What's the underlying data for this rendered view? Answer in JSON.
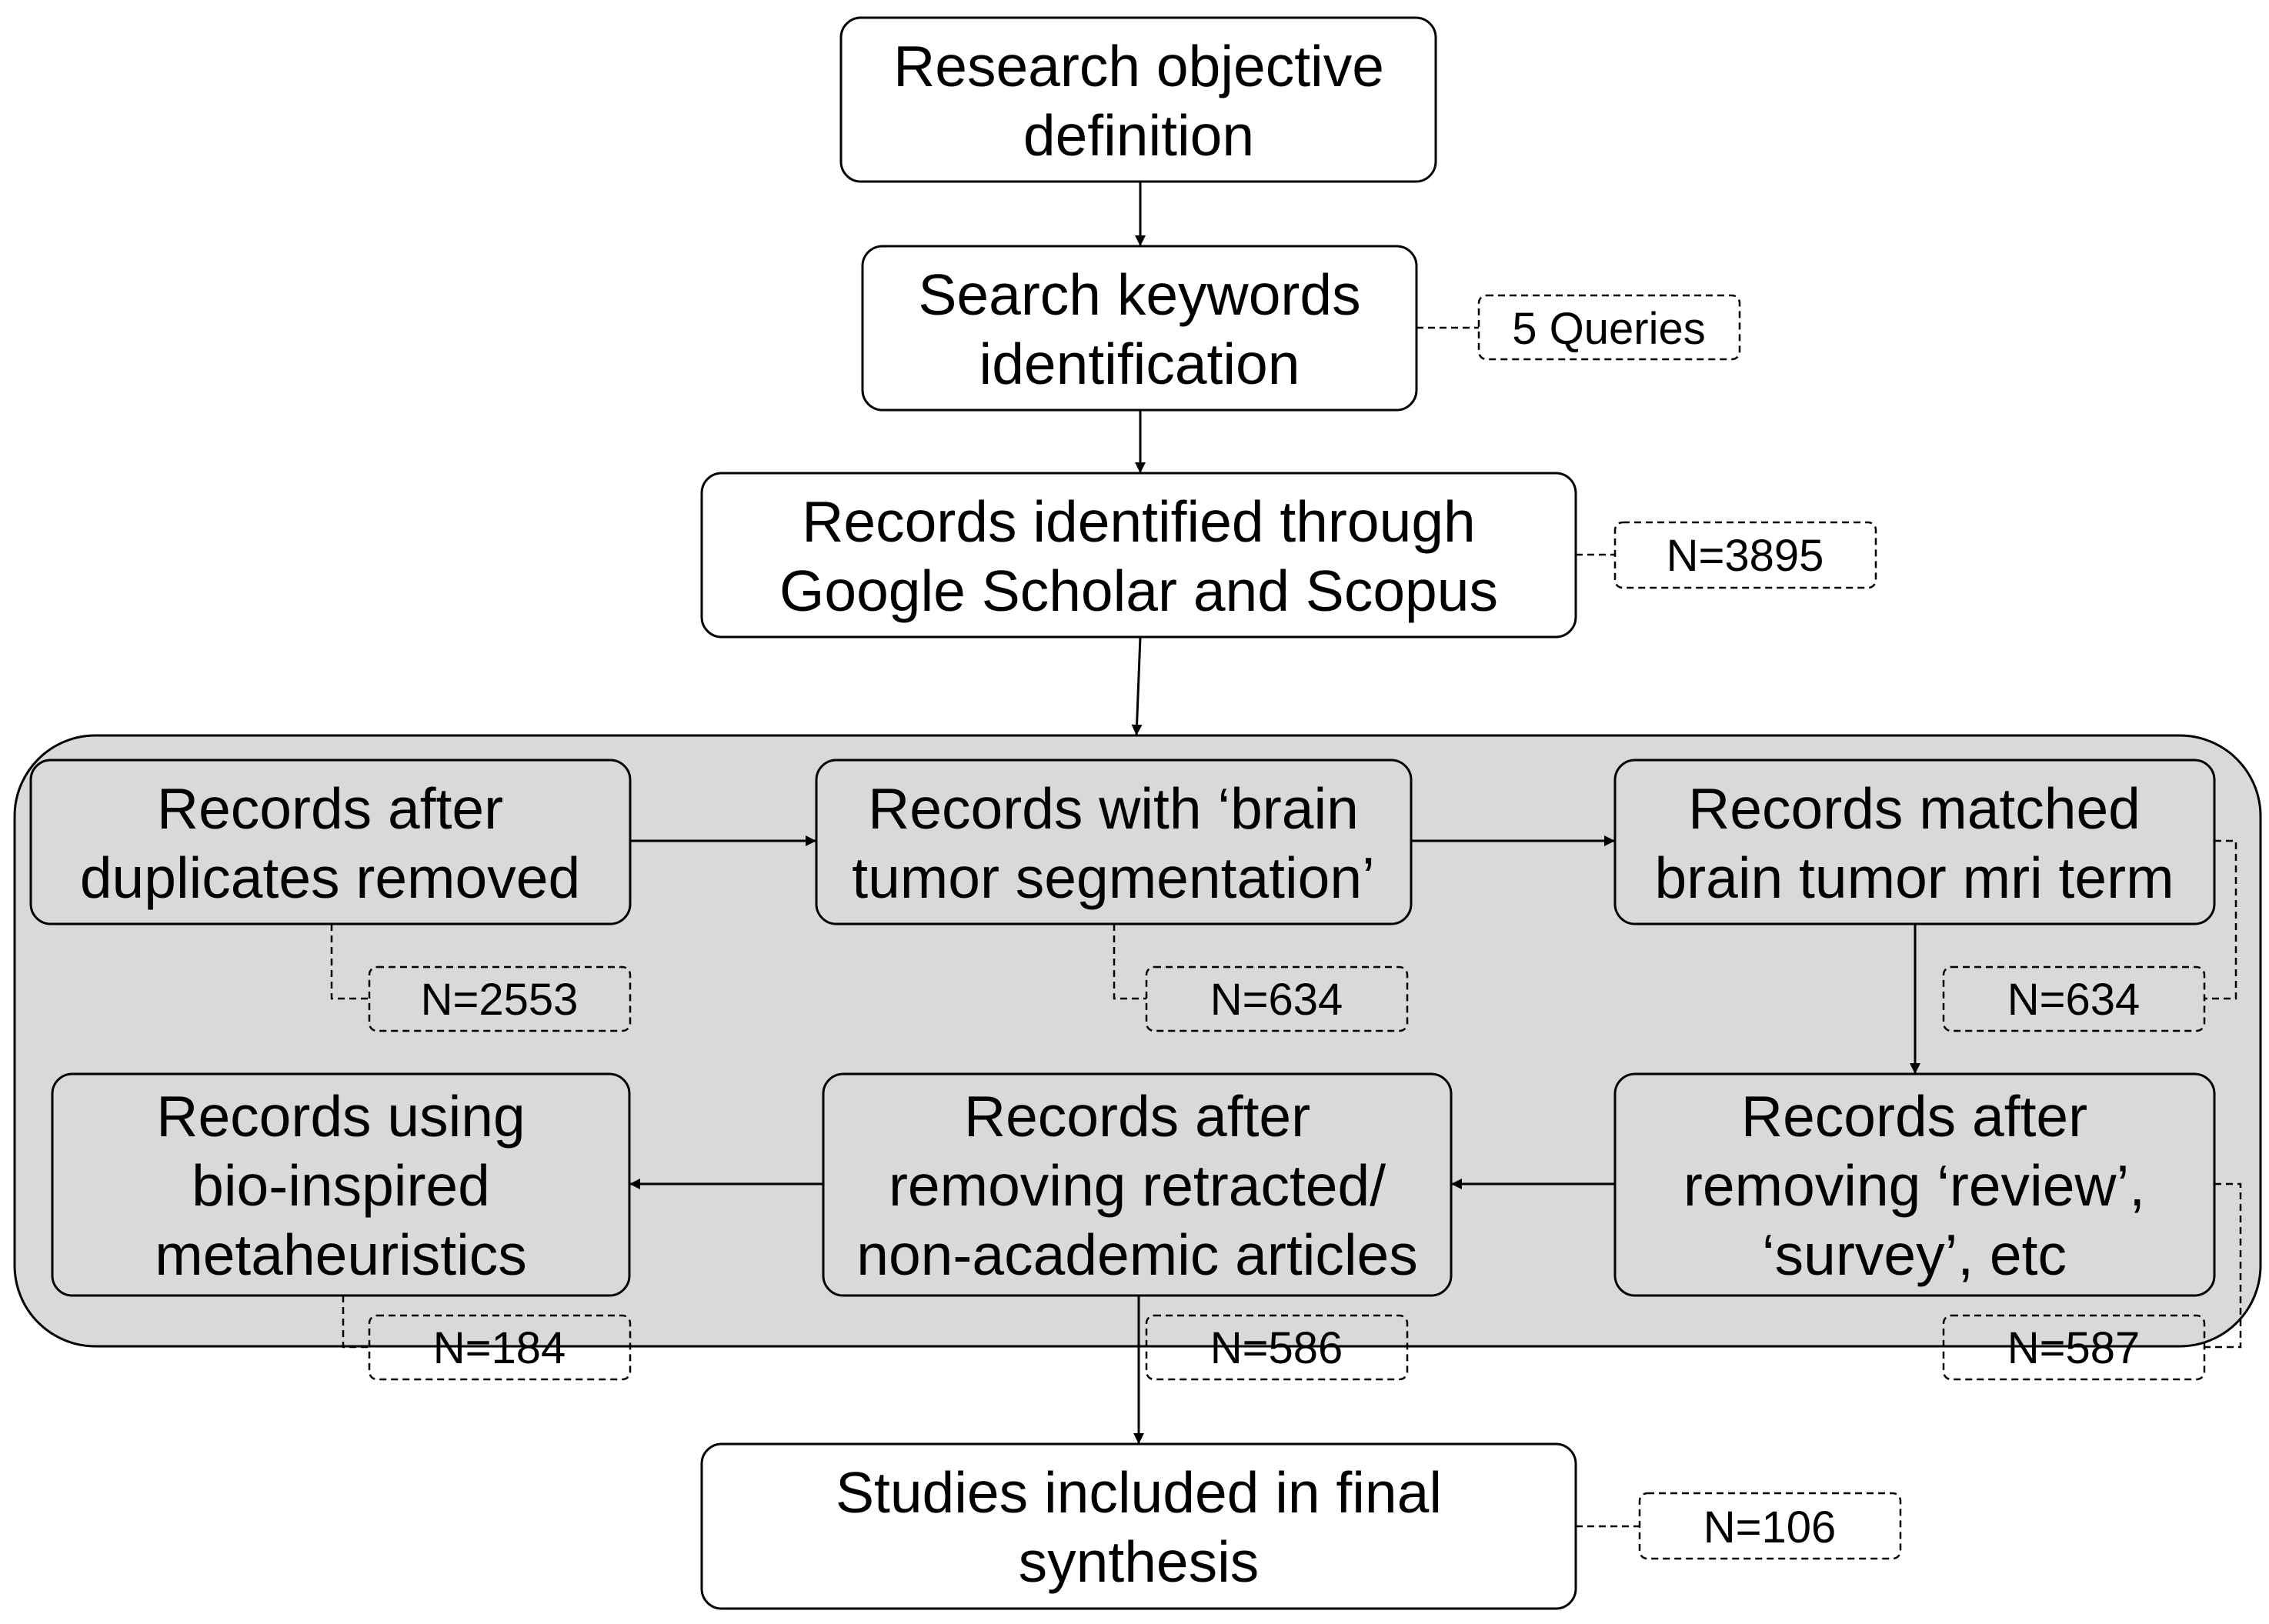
{
  "steps": {
    "research_objective": [
      "Research objective",
      "definition"
    ],
    "search_keywords": [
      "Search keywords",
      "identification"
    ],
    "records_identified": [
      "Records identified through",
      "Google Scholar and Scopus"
    ],
    "duplicates_removed": [
      "Records after",
      "duplicates removed"
    ],
    "brain_tumor_segmentation": [
      "Records with ‘brain",
      "tumor segmentation’"
    ],
    "mri_term": [
      "Records matched",
      "brain tumor mri term"
    ],
    "review_survey_removed": [
      "Records after",
      "removing ‘review’,",
      "‘survey’, etc"
    ],
    "retracted_removed": [
      "Records after",
      "removing retracted/",
      "non-academic articles"
    ],
    "bio_inspired": [
      "Records using",
      "bio-inspired",
      "metaheuristics"
    ],
    "final_synthesis": [
      "Studies included in final",
      "synthesis"
    ]
  },
  "counts": {
    "search_keywords": "5 Queries",
    "records_identified": "N=3895",
    "duplicates_removed": "N=2553",
    "brain_tumor_segmentation": "N=634",
    "mri_term": "N=634",
    "review_survey_removed": "N=587",
    "retracted_removed": "N=586",
    "bio_inspired": "N=184",
    "final_synthesis": "N=106"
  },
  "colors": {
    "panel_fill": "#d9d9d9",
    "box_fill": "#ffffff",
    "stroke": "#000000"
  }
}
